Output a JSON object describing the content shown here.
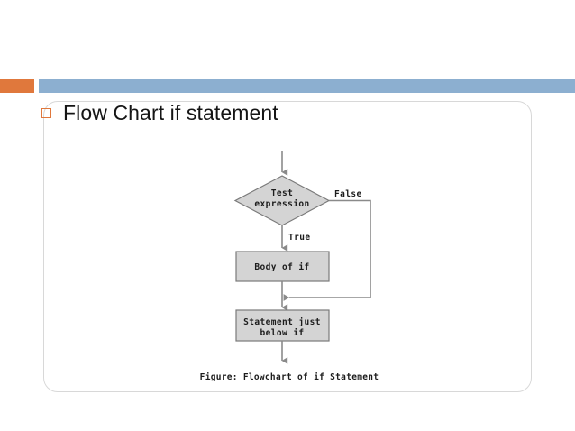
{
  "slide": {
    "title": "Flow Chart if statement",
    "bullet_icon": "square-bullet-icon"
  },
  "theme": {
    "accent_orange": "#e0783c",
    "accent_blue": "#8cafd0",
    "card_border": "#d8d8d8",
    "shape_fill": "#d4d4d4",
    "shape_stroke": "#7a7a7a",
    "connector": "#8a8a8a",
    "text": "#1c1c1c"
  },
  "chart_data": {
    "type": "diagram",
    "diagram_kind": "flowchart",
    "title": "Flowchart of if Statement",
    "caption": "Figure: Flowchart of if Statement",
    "nodes": [
      {
        "id": "test",
        "shape": "diamond",
        "label": "Test expression",
        "label_lines": [
          "Test",
          "expression"
        ]
      },
      {
        "id": "body",
        "shape": "rectangle",
        "label": "Body of if",
        "label_lines": [
          "Body of if"
        ]
      },
      {
        "id": "after",
        "shape": "rectangle",
        "label": "Statement just below if",
        "label_lines": [
          "Statement just",
          "below if"
        ]
      }
    ],
    "edges": [
      {
        "from": "start",
        "to": "test",
        "label": ""
      },
      {
        "from": "test",
        "to": "body",
        "label": "True"
      },
      {
        "from": "test",
        "to": "after",
        "label": "False"
      },
      {
        "from": "body",
        "to": "after",
        "label": ""
      },
      {
        "from": "after",
        "to": "end",
        "label": ""
      }
    ],
    "edge_labels": [
      "True",
      "False"
    ]
  },
  "flow": {
    "node_test_line1": "Test",
    "node_test_line2": "expression",
    "node_body": "Body of if",
    "node_after_line1": "Statement just",
    "node_after_line2": "below if",
    "label_true": "True",
    "label_false": "False",
    "caption": "Figure: Flowchart of if Statement"
  }
}
